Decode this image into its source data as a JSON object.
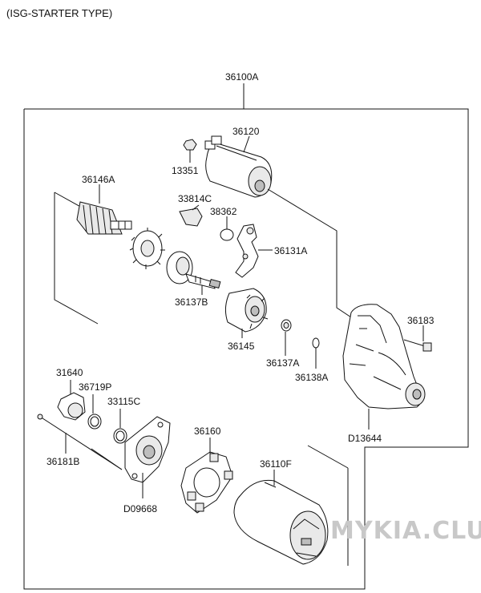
{
  "header": {
    "title": "(ISG-STARTER TYPE)"
  },
  "watermark": "MYKIA.CLUB",
  "labels": {
    "assembly": "36100A",
    "solenoid": "36120",
    "nut_13351": "13351",
    "armature": "36146A",
    "plate_33814c": "33814C",
    "washer_38362": "38362",
    "lever": "36131A",
    "shaft": "36137B",
    "clutch": "36145",
    "ring_36137a": "36137A",
    "clip_36138a": "36138A",
    "bolt_36183": "36183",
    "housing": "D13644",
    "cap_31640": "31640",
    "oring_36719p": "36719P",
    "oring_33115c": "33115C",
    "through_bolt": "36181B",
    "rear_bracket": "D09668",
    "brush_holder": "36160",
    "yoke": "36110F"
  }
}
